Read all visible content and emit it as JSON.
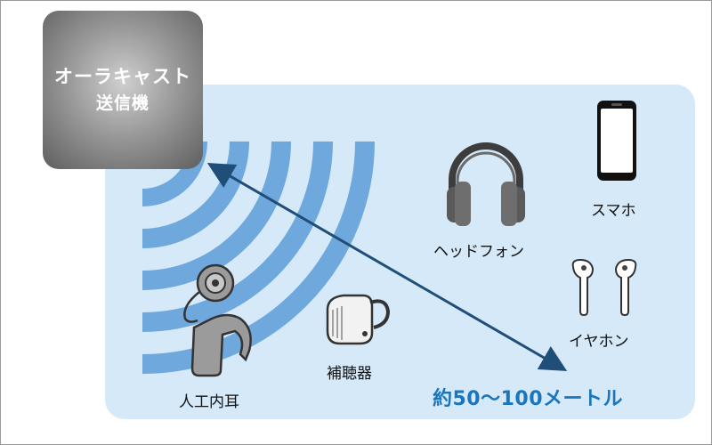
{
  "transmitter": {
    "line1": "オーラキャスト",
    "line2": "送信機"
  },
  "devices": {
    "headphones": "ヘッドフォン",
    "smartphone": "スマホ",
    "earphones": "イヤホン",
    "hearing_aid": "補聴器",
    "cochlear_implant": "人工内耳"
  },
  "range_label": "約50〜100メートル",
  "colors": {
    "zone": "#d5e9f9",
    "waves": "#6fa8dc",
    "arrow": "#1f4e79",
    "range_text": "#1a75bd"
  },
  "icons": [
    "broadcast-waves-icon",
    "headphones-icon",
    "smartphone-icon",
    "earphones-icon",
    "hearing-aid-icon",
    "cochlear-implant-icon",
    "double-arrow-icon"
  ]
}
